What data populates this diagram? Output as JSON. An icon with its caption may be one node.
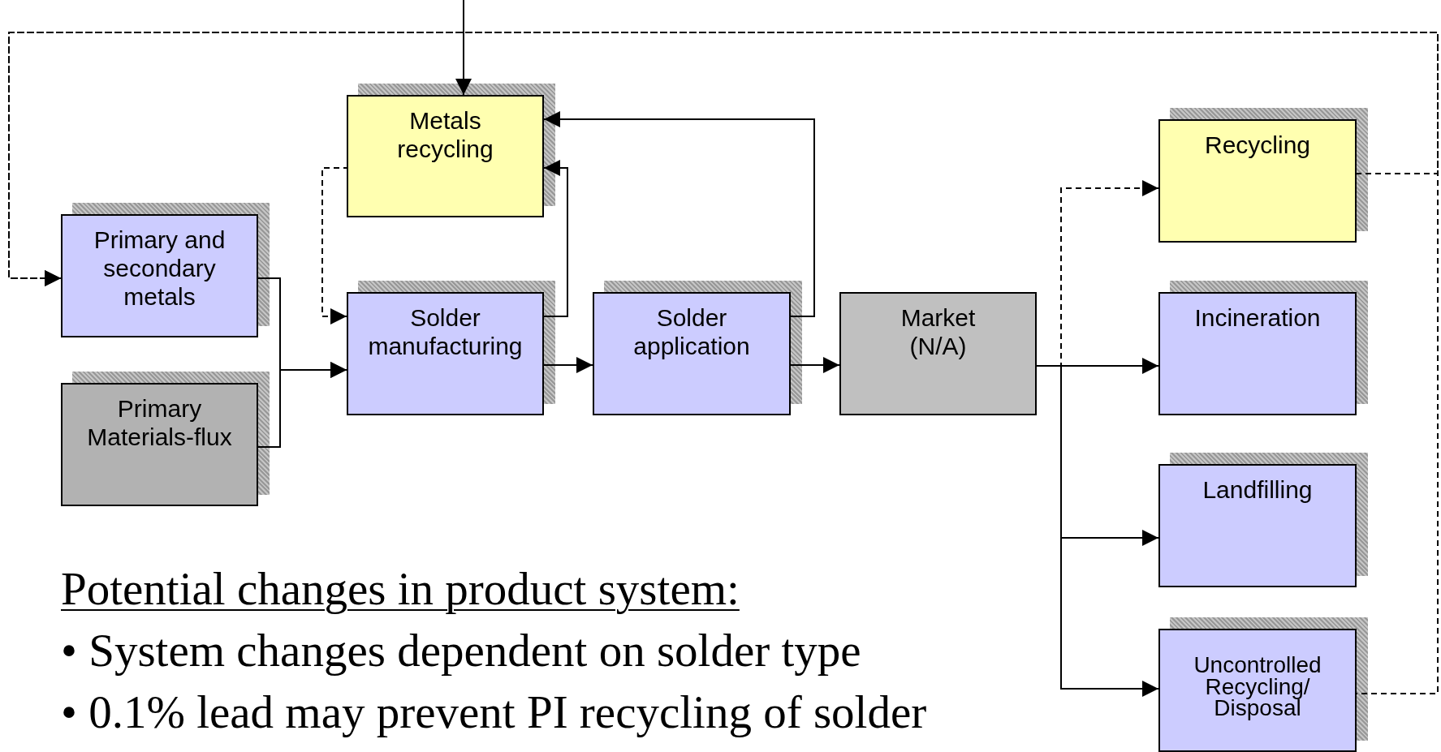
{
  "diagram": {
    "nodes": [
      {
        "text": [
          "Metals recycling"
        ]
      },
      {
        "text": [
          "Primary and secondary metals"
        ]
      },
      {
        "text": [
          "Primary Materials-flux"
        ]
      },
      {
        "text": [
          "Solder manufacturing"
        ]
      },
      {
        "text": [
          "Solder application"
        ]
      },
      {
        "text": [
          "Market (N/A)"
        ]
      },
      {
        "text": [
          "Recycling"
        ]
      },
      {
        "text": [
          "Incineration"
        ]
      },
      {
        "text": [
          "Landfilling"
        ]
      },
      {
        "text": [
          "Uncontrolled Recycling/ Disposal"
        ]
      }
    ],
    "edges": [
      {
        "from": null,
        "to": 0,
        "arrow": "to"
      },
      {
        "from": 1,
        "to": 3,
        "arrow": "to"
      },
      {
        "from": 2,
        "to": 3,
        "arrow": "to"
      },
      {
        "from": 0,
        "to": 3,
        "arrow": "to",
        "style": "dashed"
      },
      {
        "from": 3,
        "to": 0,
        "arrow": "to"
      },
      {
        "from": 3,
        "to": 4,
        "arrow": "to"
      },
      {
        "from": 4,
        "to": 0,
        "arrow": "to"
      },
      {
        "from": 4,
        "to": 5,
        "arrow": "to"
      },
      {
        "from": 5,
        "to": 6,
        "arrow": "to",
        "style": "dashed"
      },
      {
        "from": 5,
        "to": 7,
        "arrow": "to"
      },
      {
        "from": 5,
        "to": 8,
        "arrow": "to"
      },
      {
        "from": 5,
        "to": 9,
        "arrow": "to"
      },
      {
        "from": 6,
        "to": 1,
        "arrow": "to",
        "style": "dashed"
      },
      {
        "from": 9,
        "to": 1,
        "arrow": "to",
        "style": "dashed"
      }
    ],
    "labels": [
      "Potential changes in product system:",
      "• System changes dependent on solder type",
      "• 0.1% lead may prevent PI recycling of solder"
    ]
  }
}
